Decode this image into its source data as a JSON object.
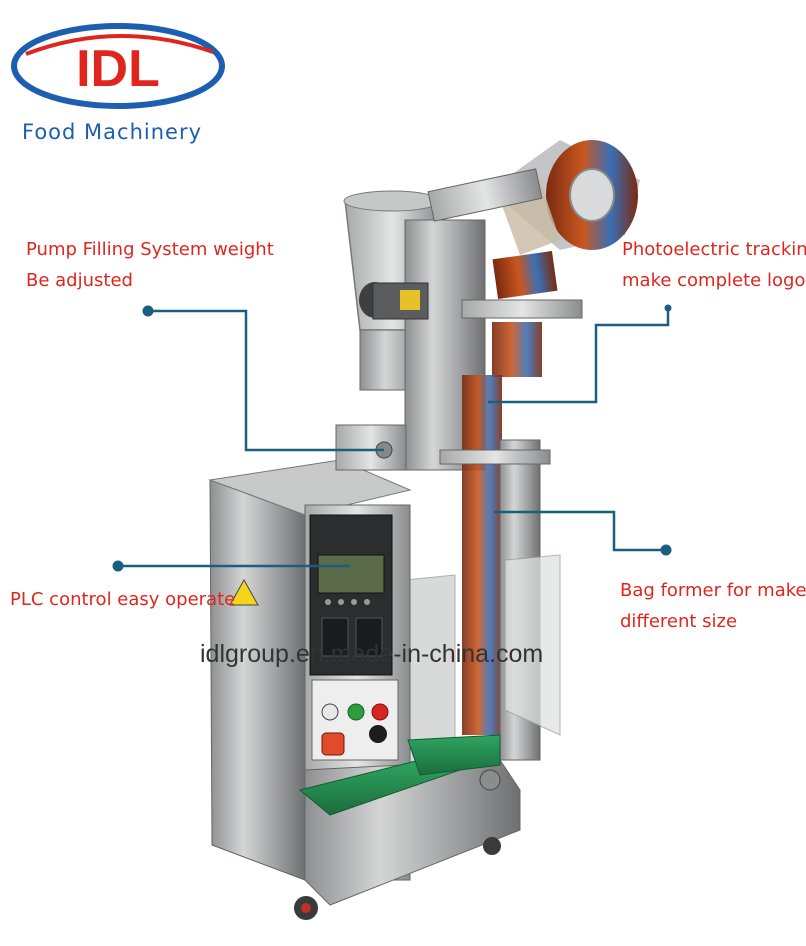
{
  "brand": {
    "name": "IDL",
    "subtitle": "Food Machinery",
    "primary_color": "#1c5fb0",
    "accent_color": "#e0261c"
  },
  "callouts": {
    "pump": [
      "Pump Filling System weight",
      "Be adjusted"
    ],
    "photo": [
      "Photoelectric tracking",
      "make complete logo"
    ],
    "plc": [
      "PLC control easy operate"
    ],
    "bag": [
      "Bag former for make",
      "different size"
    ]
  },
  "callout_color": "#e0261c",
  "leader_color": "#1a5f80",
  "watermark": "idlgroup.en.made-in-china.com"
}
